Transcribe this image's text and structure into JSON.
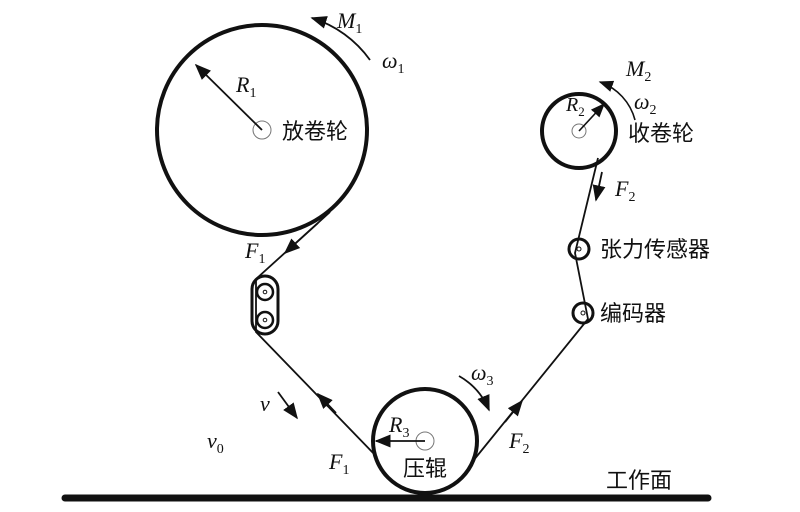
{
  "labels": {
    "unwind_roller": "放卷轮",
    "rewind_roller": "收卷轮",
    "tension_sensor": "张力传感器",
    "encoder": "编码器",
    "press_roller": "压辊",
    "work_surface": "工作面"
  },
  "symbols": {
    "M": "M",
    "M1_sub": "1",
    "M2_sub": "2",
    "omega": "ω",
    "w1_sub": "1",
    "w2_sub": "2",
    "w3_sub": "3",
    "R": "R",
    "R1_sub": "1",
    "R2_sub": "2",
    "R3_sub": "3",
    "F": "F",
    "F1_sub": "1",
    "F2_sub": "2",
    "v": "v",
    "v0": "v",
    "v0_sub": "0"
  }
}
